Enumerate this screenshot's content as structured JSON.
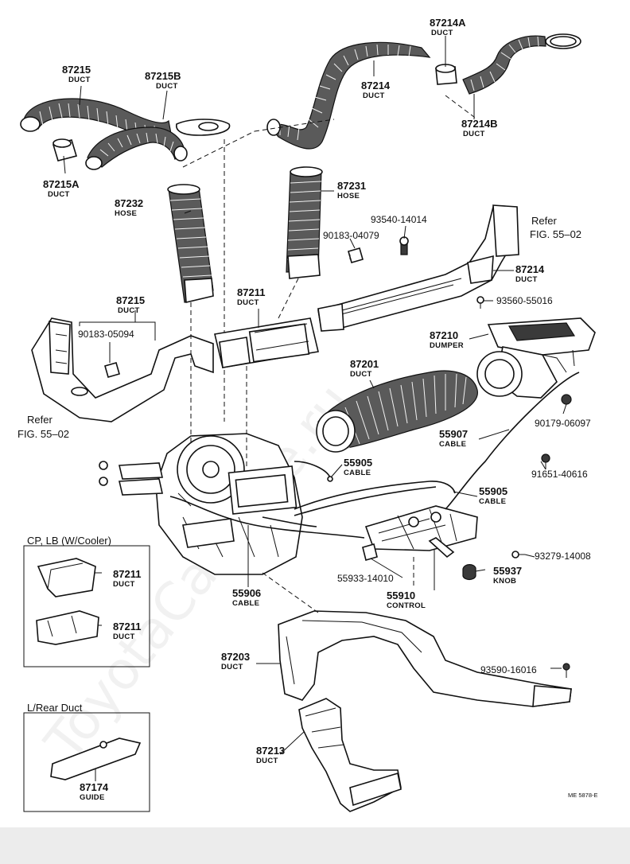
{
  "labels": {
    "p87215_top": {
      "num": "87215",
      "name": "DUCT"
    },
    "p87215b": {
      "num": "87215B",
      "name": "DUCT"
    },
    "p87215a": {
      "num": "87215A",
      "name": "DUCT"
    },
    "p87214a": {
      "num": "87214A",
      "name": "DUCT"
    },
    "p87214_top": {
      "num": "87214",
      "name": "DUCT"
    },
    "p87214b": {
      "num": "87214B",
      "name": "DUCT"
    },
    "p87232": {
      "num": "87232",
      "name": "HOSE"
    },
    "p87231": {
      "num": "87231",
      "name": "HOSE"
    },
    "p93540": {
      "num": "93540-14014"
    },
    "p90183_04079": {
      "num": "90183-04079"
    },
    "p87214_mid": {
      "num": "87214",
      "name": "DUCT"
    },
    "p93560": {
      "num": "93560-55016"
    },
    "p87211_mid": {
      "num": "87211",
      "name": "DUCT"
    },
    "p87215_mid": {
      "num": "87215",
      "name": "DUCT"
    },
    "p90183_05094": {
      "num": "90183-05094"
    },
    "p87210": {
      "num": "87210",
      "name": "DUMPER"
    },
    "p87201": {
      "num": "87201",
      "name": "DUCT"
    },
    "p90179": {
      "num": "90179-06097"
    },
    "p55907": {
      "num": "55907",
      "name": "CABLE"
    },
    "p91651": {
      "num": "91651-40616"
    },
    "p55905_a": {
      "num": "55905",
      "name": "CABLE"
    },
    "p55905_b": {
      "num": "55905",
      "name": "CABLE"
    },
    "p93279": {
      "num": "93279-14008"
    },
    "p55933": {
      "num": "55933-14010"
    },
    "p55937": {
      "num": "55937",
      "name": "KNOB"
    },
    "p55906": {
      "num": "55906",
      "name": "CABLE"
    },
    "p55910": {
      "num": "55910",
      "name": "CONTROL"
    },
    "p87203": {
      "num": "87203",
      "name": "DUCT"
    },
    "p93590": {
      "num": "93590-16016"
    },
    "p87213": {
      "num": "87213",
      "name": "DUCT"
    },
    "p87211_box1": {
      "num": "87211",
      "name": "DUCT"
    },
    "p87211_box2": {
      "num": "87211",
      "name": "DUCT"
    },
    "p87174": {
      "num": "87174",
      "name": "GUIDE"
    }
  },
  "refs": {
    "right_ref": {
      "line1": "Refer",
      "line2": "FIG. 55‒02"
    },
    "left_ref": {
      "line1": "Refer",
      "line2": "FIG. 55‒02"
    }
  },
  "boxes": {
    "cooler": {
      "title": "CP, LB (W/Cooler)"
    },
    "rear": {
      "title": "L/Rear Duct"
    }
  },
  "footer_code": "ME 5878-E",
  "watermark": "ToyotaCarMine.ru",
  "colors": {
    "ink": "#111111",
    "part_fill": "#ffffff",
    "hose_fill": "#5a5a5a",
    "footer": "#ececec"
  }
}
